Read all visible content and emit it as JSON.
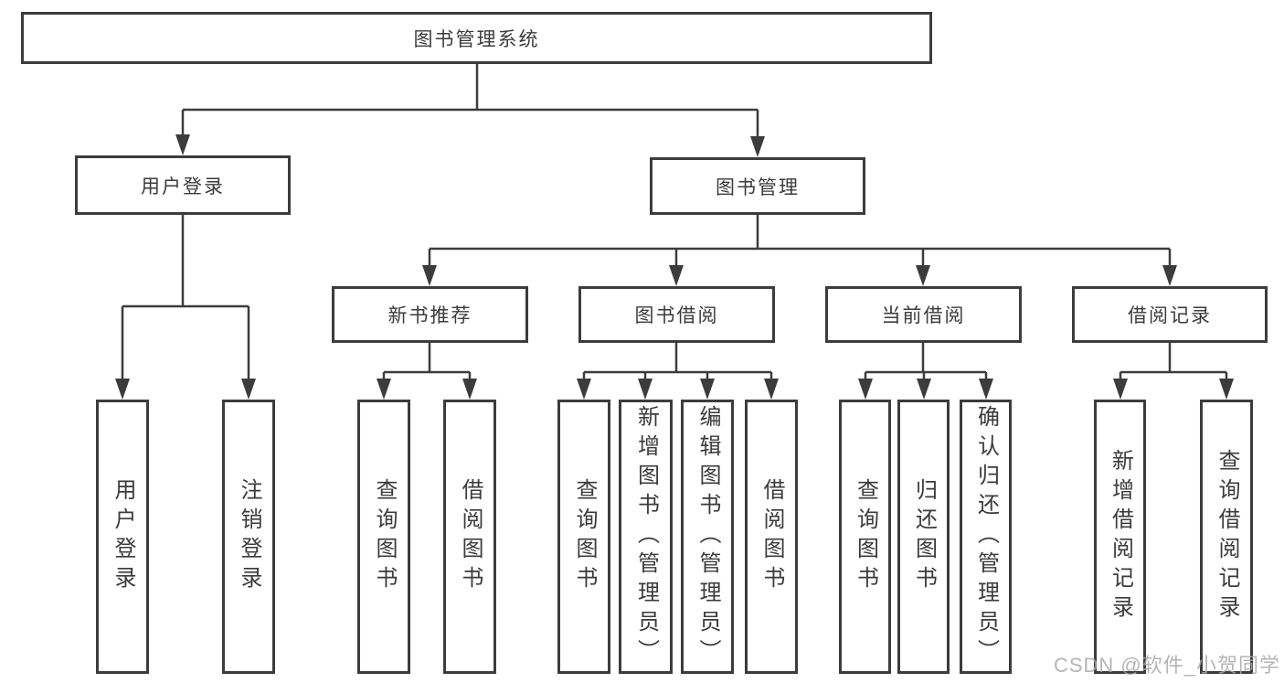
{
  "diagram": {
    "tree": {
      "root": {
        "label": "图书管理系统",
        "children": [
          {
            "label": "用户登录",
            "children": [
              {
                "label": "用户登录"
              },
              {
                "label": "注销登录"
              }
            ]
          },
          {
            "label": "图书管理",
            "children": [
              {
                "label": "新书推荐",
                "children": [
                  {
                    "label": "查询图书"
                  },
                  {
                    "label": "借阅图书"
                  }
                ]
              },
              {
                "label": "图书借阅",
                "children": [
                  {
                    "label": "查询图书"
                  },
                  {
                    "label": "新增图书（管理员）"
                  },
                  {
                    "label": "编辑图书（管理员）"
                  },
                  {
                    "label": "借阅图书"
                  }
                ]
              },
              {
                "label": "当前借阅",
                "children": [
                  {
                    "label": "查询图书"
                  },
                  {
                    "label": "归还图书"
                  },
                  {
                    "label": "确认归还（管理员）"
                  }
                ]
              },
              {
                "label": "借阅记录",
                "children": [
                  {
                    "label": "新增借阅记录"
                  },
                  {
                    "label": "查询借阅记录"
                  }
                ]
              }
            ]
          }
        ]
      }
    },
    "colors": {
      "line": "#3c3c3c",
      "box_border": "#3c3c3c",
      "text": "#3b3b3b",
      "watermark": "#a8a8a8",
      "background": "#ffffff"
    }
  },
  "watermark": {
    "text": "CSDN @软件_小贺同学"
  }
}
